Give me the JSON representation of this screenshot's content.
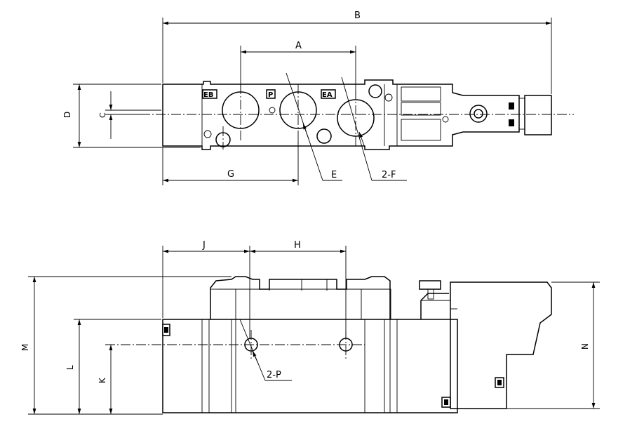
{
  "dimension_labels": {
    "A": "A",
    "B": "B",
    "C": "C",
    "D": "D",
    "G": "G",
    "H": "H",
    "J": "J",
    "K": "K",
    "L": "L",
    "M": "M",
    "N": "N"
  },
  "callouts": {
    "E": "E",
    "F": "2-F",
    "P": "2-P"
  },
  "port_marks": {
    "left": "EB",
    "center": "P",
    "right": "EA"
  }
}
